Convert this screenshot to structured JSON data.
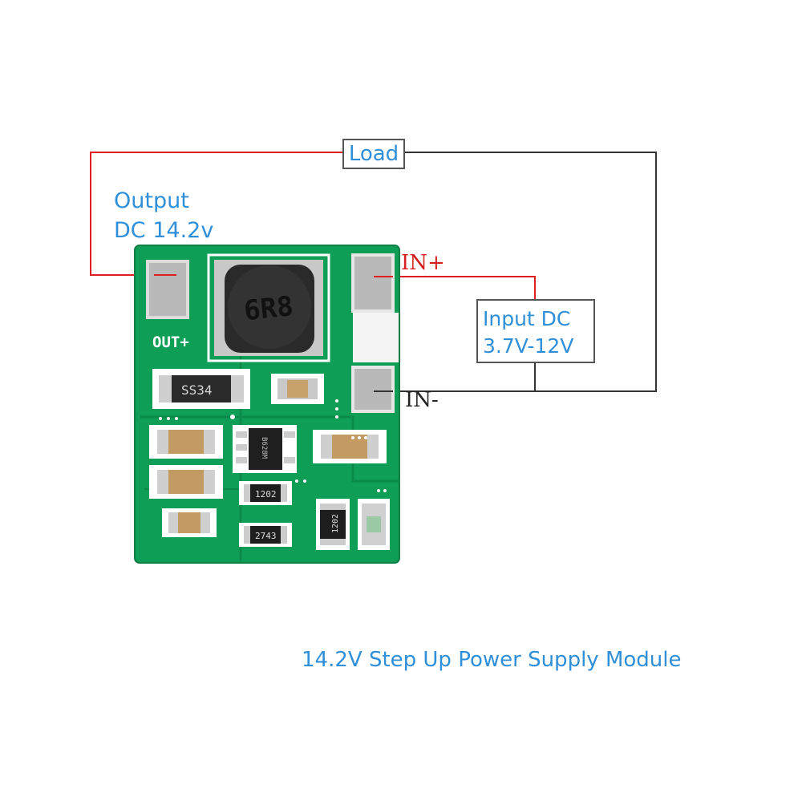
{
  "diagram": {
    "load_label": "Load",
    "output_label_line1": "Output",
    "output_label_line2": "DC 14.2v",
    "in_plus_label": "IN+",
    "in_minus_label": "IN-",
    "input_label_line1": "Input DC",
    "input_label_line2": "3.7V-12V",
    "caption": "14.2V Step Up Power Supply Module",
    "colors": {
      "positive_wire": "#e02020",
      "negative_wire": "#333333",
      "label_blue": "#2f8fd8",
      "pcb_green": "#0f9e55"
    }
  },
  "board": {
    "out_label": "OUT+",
    "inductor_marking": "6R8",
    "diode_marking": "SS34",
    "ic_marking": "B628M",
    "resistor1_marking": "1202",
    "resistor2_marking": "2743",
    "resistor3_marking": "1202"
  }
}
